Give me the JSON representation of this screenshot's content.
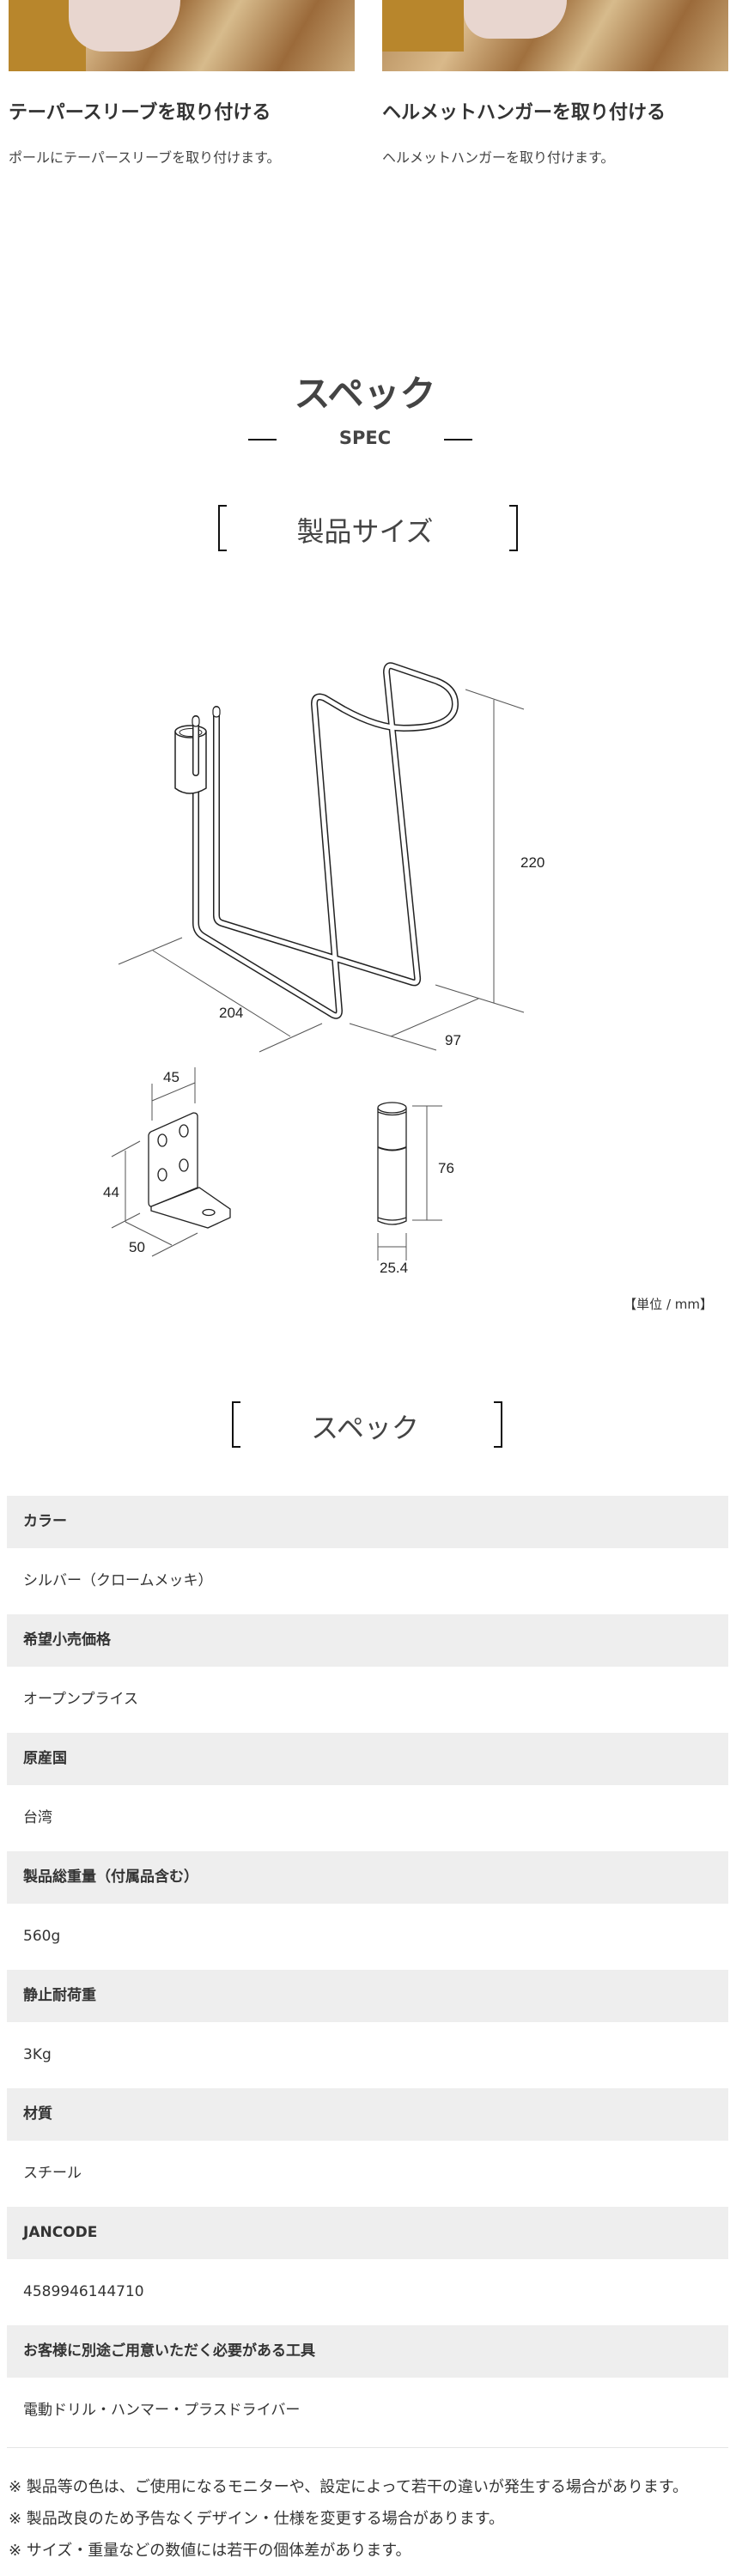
{
  "steps": [
    {
      "title": "テーパースリーブを取り付ける",
      "desc": "ポールにテーパースリーブを取り付けます。"
    },
    {
      "title": "ヘルメットハンガーを取り付ける",
      "desc": "ヘルメットハンガーを取り付けます。"
    }
  ],
  "section": {
    "title": "スペック",
    "subtitle": "SPEC"
  },
  "size": {
    "heading": "製品サイズ",
    "dims": {
      "width": "204",
      "depth": "97",
      "height": "220",
      "bracket_w": "45",
      "bracket_h": "44",
      "bracket_d": "50",
      "sleeve_h": "76",
      "sleeve_d": "25.4"
    },
    "unit": "【単位 / mm】"
  },
  "spec": {
    "heading": "スペック",
    "rows": [
      {
        "label": "カラー",
        "value": "シルバー（クロームメッキ）"
      },
      {
        "label": "希望小売価格",
        "value": "オープンプライス"
      },
      {
        "label": "原産国",
        "value": "台湾"
      },
      {
        "label": "製品総重量（付属品含む）",
        "value": "560g"
      },
      {
        "label": "静止耐荷重",
        "value": "3Kg"
      },
      {
        "label": "材質",
        "value": "スチール"
      },
      {
        "label": "JANCODE",
        "value": "4589946144710"
      },
      {
        "label": "お客様に別途ご用意いただく必要がある工具",
        "value": "電動ドリル・ハンマー・プラスドライバー"
      }
    ]
  },
  "notes": [
    "※ 製品等の色は、ご使用になるモニターや、設定によって若干の違いが発生する場合があります。",
    "※ 製品改良のため予告なくデザイン・仕様を変更する場合があります。",
    "※ サイズ・重量などの数値には若干の個体差があります。"
  ]
}
